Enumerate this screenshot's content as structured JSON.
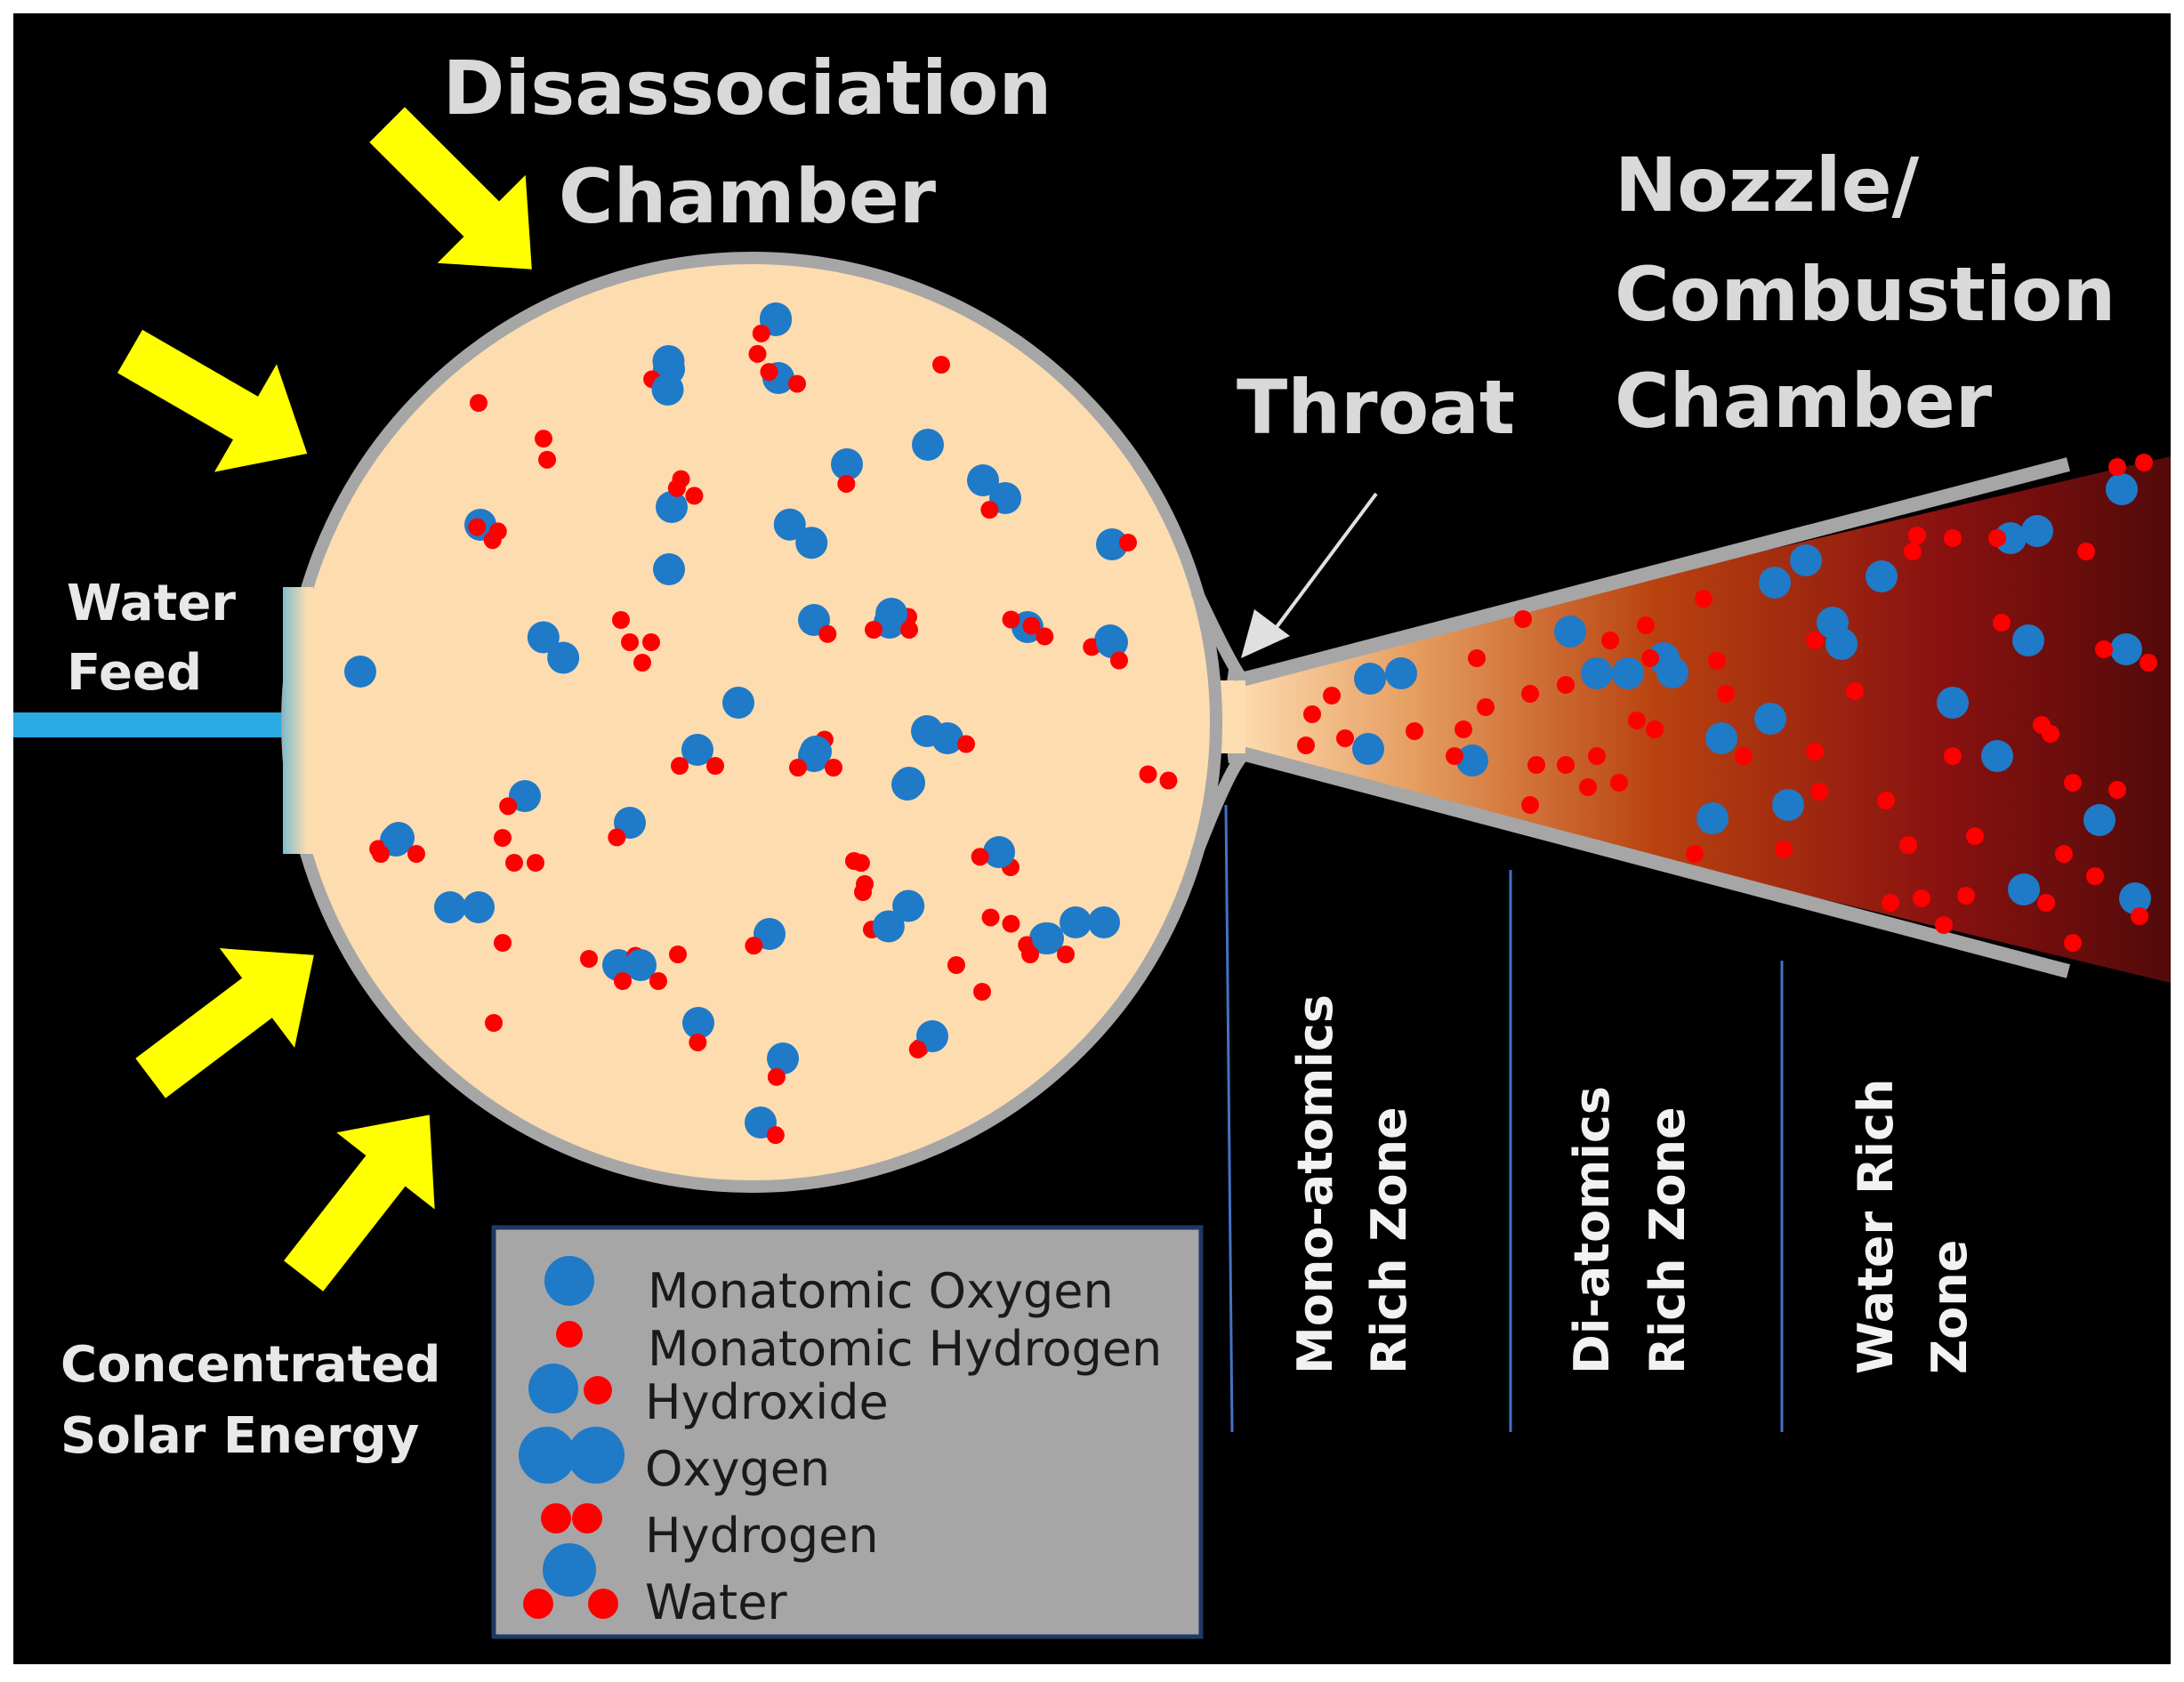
{
  "titles": {
    "dissociation_line1": "Disassociation",
    "dissociation_line2": "Chamber",
    "nozzle_line1": "Nozzle/",
    "nozzle_line2": "Combustion",
    "nozzle_line3": "Chamber",
    "throat": "Throat"
  },
  "labels": {
    "water_line1": "Water",
    "water_line2": "Feed",
    "solar_line1": "Concentrated",
    "solar_line2": "Solar Energy"
  },
  "zones": [
    {
      "line1": "Mono-atomics",
      "line2": "Rich Zone"
    },
    {
      "line1": "Di-atomics",
      "line2": "Rich Zone"
    },
    {
      "line1": "Water Rich",
      "line2": "Zone"
    }
  ],
  "legend": [
    {
      "icon": "monatomic-oxygen-icon",
      "label": "Monatomic Oxygen"
    },
    {
      "icon": "monatomic-hydrogen-icon",
      "label": "Monatomic Hydrogen"
    },
    {
      "icon": "hydroxide-icon",
      "label": "Hydroxide"
    },
    {
      "icon": "oxygen-icon",
      "label": "Oxygen"
    },
    {
      "icon": "hydrogen-icon",
      "label": "Hydrogen"
    },
    {
      "icon": "water-icon",
      "label": "Water"
    }
  ],
  "colors": {
    "background": "#000000",
    "chamber_fill": "#fddcb0",
    "wall": "#a6a6a6",
    "oxygen_blue": "#1f7ac8",
    "hydrogen_red": "#ff0000",
    "arrow_yellow": "#ffff00",
    "feed_blue": "#29aae2",
    "legend_bg": "#a6a6a6"
  }
}
